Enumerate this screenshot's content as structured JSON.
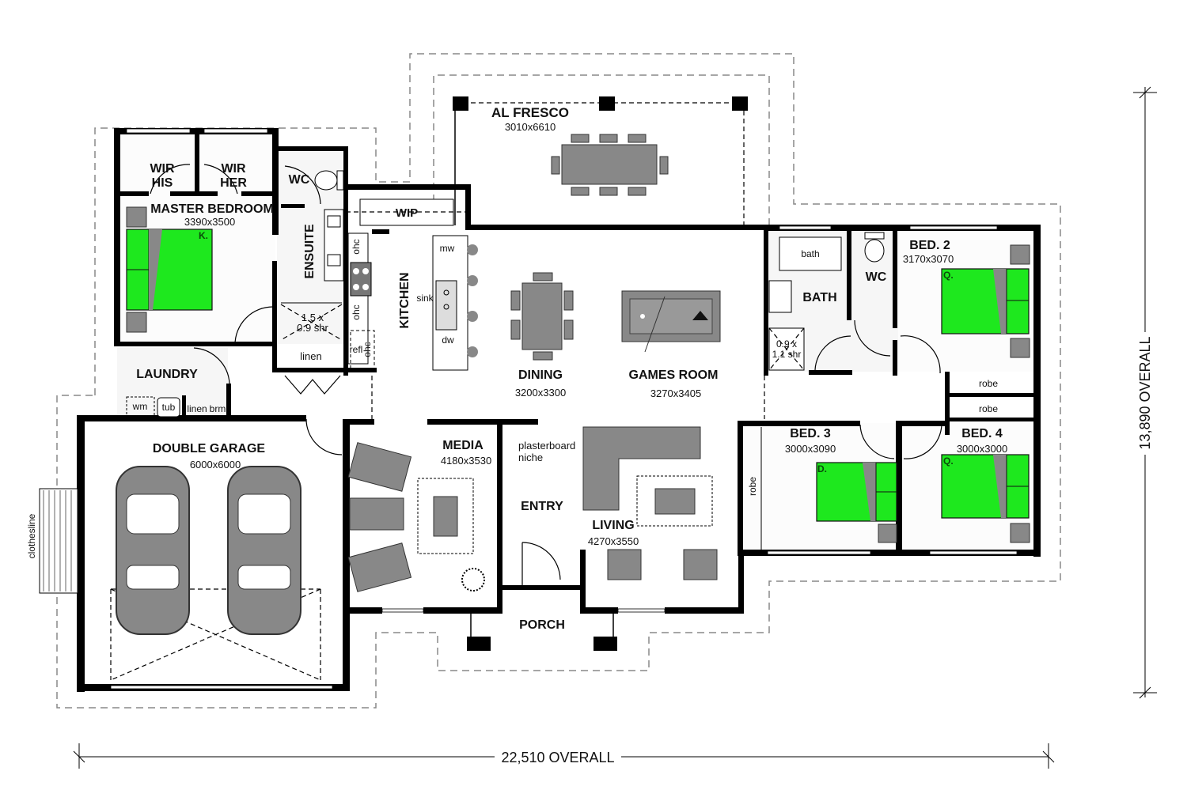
{
  "rooms": {
    "alfresco": {
      "name": "AL FRESCO",
      "size": "3010x6610"
    },
    "wir_his": {
      "line1": "WIR",
      "line2": "HIS"
    },
    "wir_her": {
      "line1": "WIR",
      "line2": "HER"
    },
    "wc_ensuite": {
      "name": "WC"
    },
    "master": {
      "name": "MASTER BEDROOM",
      "size": "3390x3500",
      "bed_mark": "K."
    },
    "ensuite": {
      "name": "ENSUITE",
      "shower_line1": "1.5 x",
      "shower_line2": "0.9 shr"
    },
    "linen_hall": {
      "name": "linen"
    },
    "wip": {
      "name": "WIP"
    },
    "kitchen": {
      "name": "KITCHEN",
      "mw": "mw",
      "sink": "sink",
      "dw": "dw",
      "ohc1": "ohc",
      "ohc2": "ohc",
      "ohc3": "ohc",
      "refl": "refl"
    },
    "laundry": {
      "name": "LAUNDRY",
      "wm": "wm",
      "tub": "tub",
      "linen": "linen",
      "brm": "brm"
    },
    "dining": {
      "name": "DINING",
      "size": "3200x3300"
    },
    "games": {
      "name": "GAMES ROOM",
      "size": "3270x3405"
    },
    "bath": {
      "name": "BATH",
      "bath": "bath",
      "shower_line1": "0.9 x",
      "shower_line2": "1.1 shr"
    },
    "wc": {
      "name": "WC"
    },
    "bed2": {
      "name": "BED. 2",
      "size": "3170x3070",
      "bed_mark": "Q."
    },
    "robe1": {
      "name": "robe"
    },
    "robe2": {
      "name": "robe"
    },
    "garage": {
      "name": "DOUBLE GARAGE",
      "size": "6000x6000"
    },
    "media": {
      "name": "MEDIA",
      "size": "4180x3530"
    },
    "niche": {
      "line1": "plasterboard",
      "line2": "niche"
    },
    "entry": {
      "name": "ENTRY"
    },
    "living": {
      "name": "LIVING",
      "size": "4270x3550"
    },
    "bed3": {
      "name": "BED. 3",
      "size": "3000x3090",
      "bed_mark": "D.",
      "robe": "robe"
    },
    "bed4": {
      "name": "BED. 4",
      "size": "3000x3000",
      "bed_mark": "Q."
    },
    "porch": {
      "name": "PORCH"
    },
    "clothesline": {
      "name": "clothesline"
    }
  },
  "dimensions": {
    "width": "22,510 OVERALL",
    "depth": "13,890 OVERALL"
  },
  "colors": {
    "bed": "#1ee81e",
    "furniture": "#888888",
    "wall": "#000000"
  }
}
